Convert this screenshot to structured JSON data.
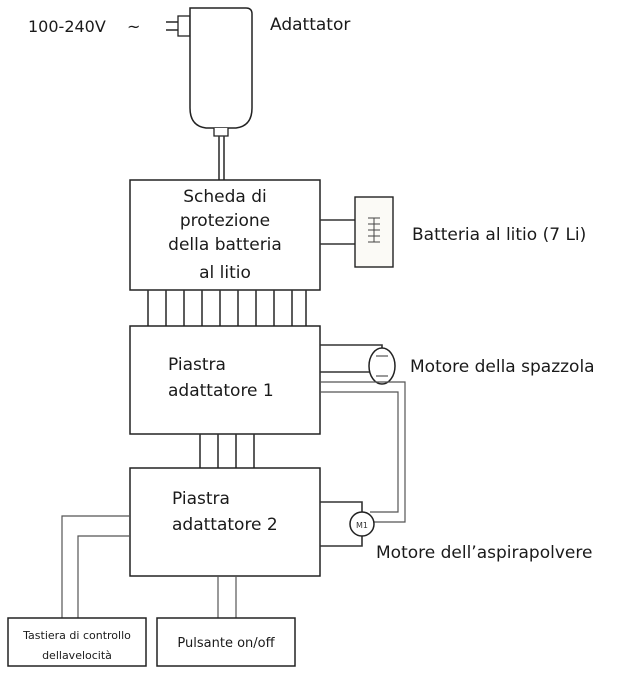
{
  "input_voltage": "100-240V",
  "ac_symbol": "~",
  "adapter": "Adattator",
  "protection_board": [
    "Scheda di",
    "protezione",
    "della batteria",
    "al litio"
  ],
  "battery": "Batteria al litio (7 Li)",
  "adapter_plate_1": [
    "Piastra",
    "adattatore 1"
  ],
  "brush_motor": "Motore della spazzola",
  "adapter_plate_2": [
    "Piastra",
    "adattatore 2"
  ],
  "vacuum_motor": "Motore dell’aspirapolvere",
  "motor_symbol": "M1",
  "speed_keypad": [
    "Tastiera di controllo",
    "dellavelocità"
  ],
  "power_button": "Pulsante on/off"
}
